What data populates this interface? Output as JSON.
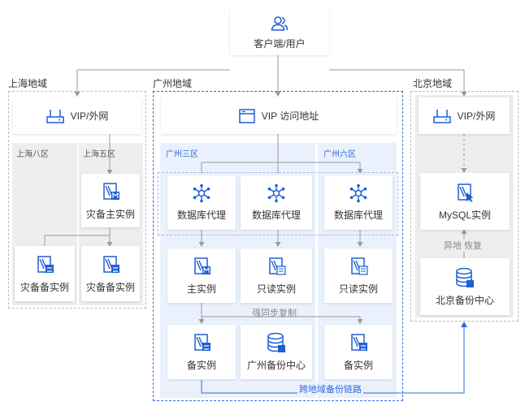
{
  "client": {
    "label": "客户端/用户"
  },
  "regions": {
    "shanghai": {
      "title": "上海地域",
      "vip": "VIP/外网",
      "zone8": "上海八区",
      "zone5": "上海五区",
      "primary_dr": "灾备主实例",
      "standby_dr_1": "灾备备实例",
      "standby_dr_2": "灾备备实例"
    },
    "guangzhou": {
      "title": "广州地域",
      "vip": "VIP 访问地址",
      "zone3": "广州三区",
      "zone6": "广州六区",
      "proxy_1": "数据库代理",
      "proxy_2": "数据库代理",
      "proxy_3": "数据库代理",
      "primary": "主实例",
      "readonly_1": "只读实例",
      "readonly_2": "只读实例",
      "sync_label": "强同步复制",
      "standby_1": "备实例",
      "backup": "广州备份中心",
      "standby_2": "备实例",
      "cross_backup": "跨地域备份链路"
    },
    "beijing": {
      "title": "北京地域",
      "vip": "VIP/外网",
      "mysql": "MySQL实例",
      "restore_label": "异地 恢复",
      "backup": "北京备份中心"
    }
  },
  "colors": {
    "icon_blue": "#1f5fd6",
    "region_border": "#bbbbbb",
    "gz_border": "#2f6bd8",
    "zone_bg": "#eaf1fd",
    "sh_zone_bg": "#eeeeee",
    "line": "#999999",
    "cross_line": "#2f6bd8"
  },
  "icons": {
    "client": "users-icon",
    "vip": "router-icon",
    "browser": "browser-window-icon",
    "proxy": "network-hub-icon",
    "instance": "mysql-instance-icon",
    "backup": "database-icon"
  }
}
